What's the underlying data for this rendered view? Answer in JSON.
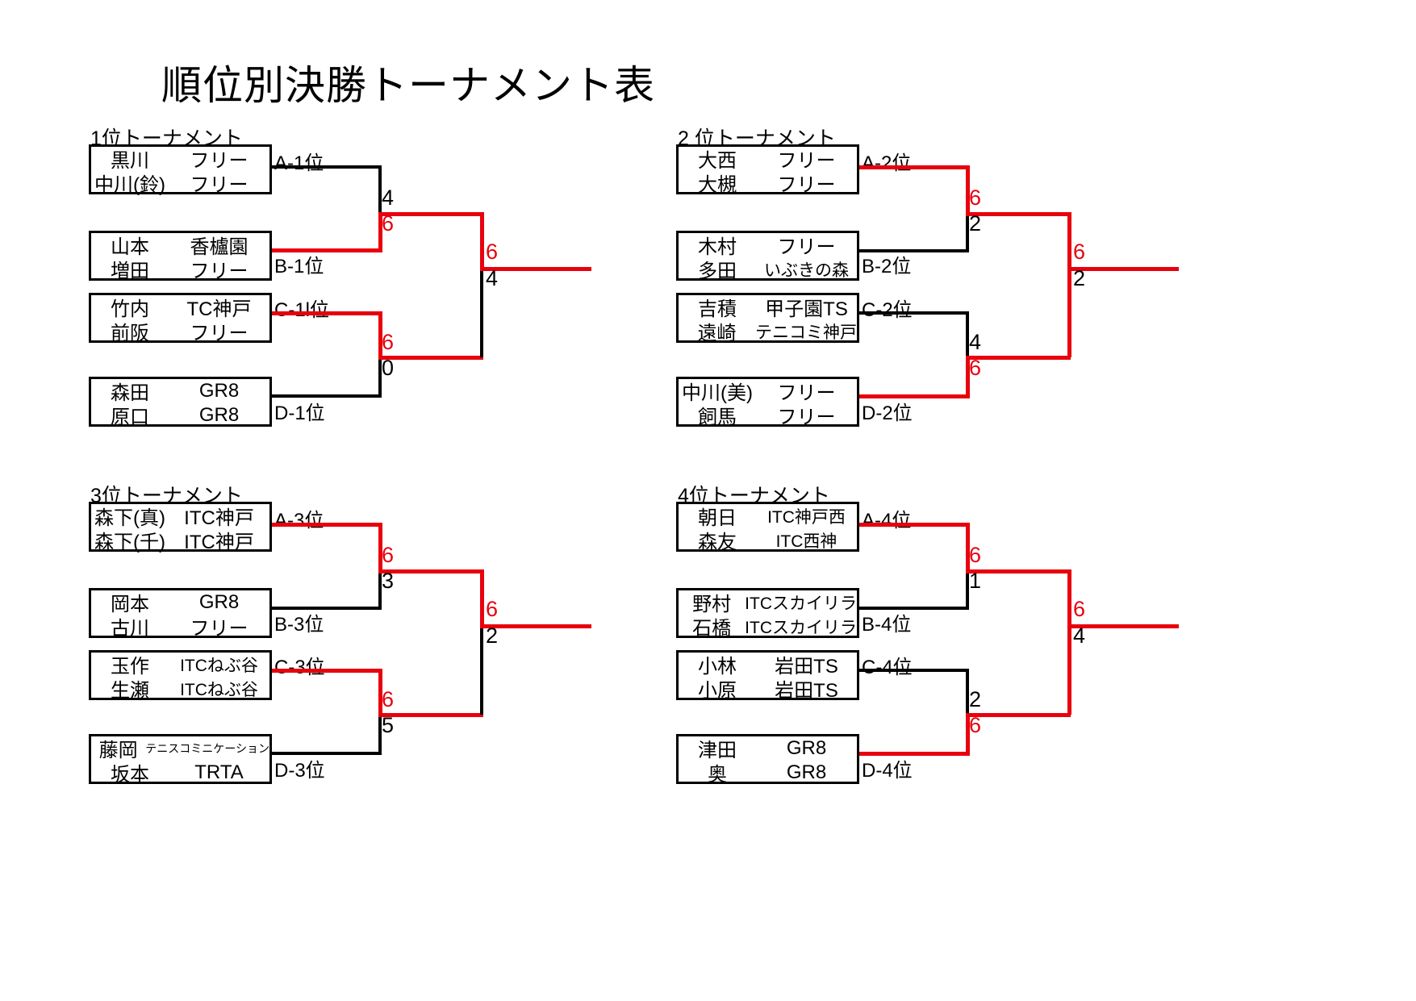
{
  "page": {
    "title": "順位別決勝トーナメント表"
  },
  "brackets": [
    {
      "id": "tournament-1",
      "title": "1位トーナメント",
      "teams": [
        {
          "seed": "A-1位",
          "p1_name": "黒川",
          "p1_club": "フリー",
          "p2_name": "中川(鈴)",
          "p2_club": "フリー"
        },
        {
          "seed": "B-1位",
          "p1_name": "山本",
          "p1_club": "香櫨園",
          "p2_name": "増田",
          "p2_club": "フリー"
        },
        {
          "seed": "C-1l位",
          "p1_name": "竹内",
          "p1_club": "TC神戸",
          "p2_name": "前阪",
          "p2_club": "フリー"
        },
        {
          "seed": "D-1位",
          "p1_name": "森田",
          "p1_club": "GR8",
          "p2_name": "原口",
          "p2_club": "GR8"
        }
      ],
      "matches": {
        "semi_top": {
          "upper": "4",
          "lower": "6",
          "winner": "lower"
        },
        "semi_bottom": {
          "upper": "6",
          "lower": "0",
          "winner": "upper"
        },
        "final": {
          "upper": "6",
          "lower": "4",
          "winner": "upper"
        }
      }
    },
    {
      "id": "tournament-2",
      "title": "2 位トーナメント",
      "teams": [
        {
          "seed": "A-2位",
          "p1_name": "大西",
          "p1_club": "フリー",
          "p2_name": "大槻",
          "p2_club": "フリー"
        },
        {
          "seed": "B-2位",
          "p1_name": "木村",
          "p1_club": "フリー",
          "p2_name": "多田",
          "p2_club": "いぶきの森"
        },
        {
          "seed": "C-2位",
          "p1_name": "吉積",
          "p1_club": "甲子園TS",
          "p2_name": "遠崎",
          "p2_club": "テニコミ神戸"
        },
        {
          "seed": "D-2位",
          "p1_name": "中川(美)",
          "p1_club": "フリー",
          "p2_name": "飼馬",
          "p2_club": "フリー"
        }
      ],
      "matches": {
        "semi_top": {
          "upper": "6",
          "lower": "2",
          "winner": "upper"
        },
        "semi_bottom": {
          "upper": "4",
          "lower": "6",
          "winner": "lower"
        },
        "final": {
          "upper": "6",
          "lower": "2",
          "winner": "upper"
        }
      }
    },
    {
      "id": "tournament-3",
      "title": "3位トーナメント",
      "teams": [
        {
          "seed": "A-3位",
          "p1_name": "森下(真)",
          "p1_club": "ITC神戸",
          "p2_name": "森下(千)",
          "p2_club": "ITC神戸"
        },
        {
          "seed": "B-3位",
          "p1_name": "岡本",
          "p1_club": "GR8",
          "p2_name": "古川",
          "p2_club": "フリー"
        },
        {
          "seed": "C-3位",
          "p1_name": "玉作",
          "p1_club": "ITCねぶ谷",
          "p2_name": "生瀬",
          "p2_club": "ITCねぶ谷"
        },
        {
          "seed": "D-3位",
          "p1_name": "藤岡",
          "p1_club": "テニスコミニケーション",
          "p2_name": "坂本",
          "p2_club": "TRTA"
        }
      ],
      "matches": {
        "semi_top": {
          "upper": "6",
          "lower": "3",
          "winner": "upper"
        },
        "semi_bottom": {
          "upper": "6",
          "lower": "5",
          "winner": "upper"
        },
        "final": {
          "upper": "6",
          "lower": "2",
          "winner": "upper"
        }
      }
    },
    {
      "id": "tournament-4",
      "title": "4位トーナメント",
      "teams": [
        {
          "seed": "A-4位",
          "p1_name": "朝日",
          "p1_club": "ITC神戸西",
          "p2_name": "森友",
          "p2_club": "ITC西神"
        },
        {
          "seed": "B-4位",
          "p1_name": "野村",
          "p1_club": "ITCスカイリラ",
          "p2_name": "石橋",
          "p2_club": "ITCスカイリラ"
        },
        {
          "seed": "C-4位",
          "p1_name": "小林",
          "p1_club": "岩田TS",
          "p2_name": "小原",
          "p2_club": "岩田TS"
        },
        {
          "seed": "D-4位",
          "p1_name": "津田",
          "p1_club": "GR8",
          "p2_name": "奥",
          "p2_club": "GR8"
        }
      ],
      "matches": {
        "semi_top": {
          "upper": "6",
          "lower": "1",
          "winner": "upper"
        },
        "semi_bottom": {
          "upper": "2",
          "lower": "6",
          "winner": "lower"
        },
        "final": {
          "upper": "6",
          "lower": "4",
          "winner": "upper"
        }
      }
    }
  ],
  "colors": {
    "line_black": "#000000",
    "line_red": "#e8000d"
  }
}
